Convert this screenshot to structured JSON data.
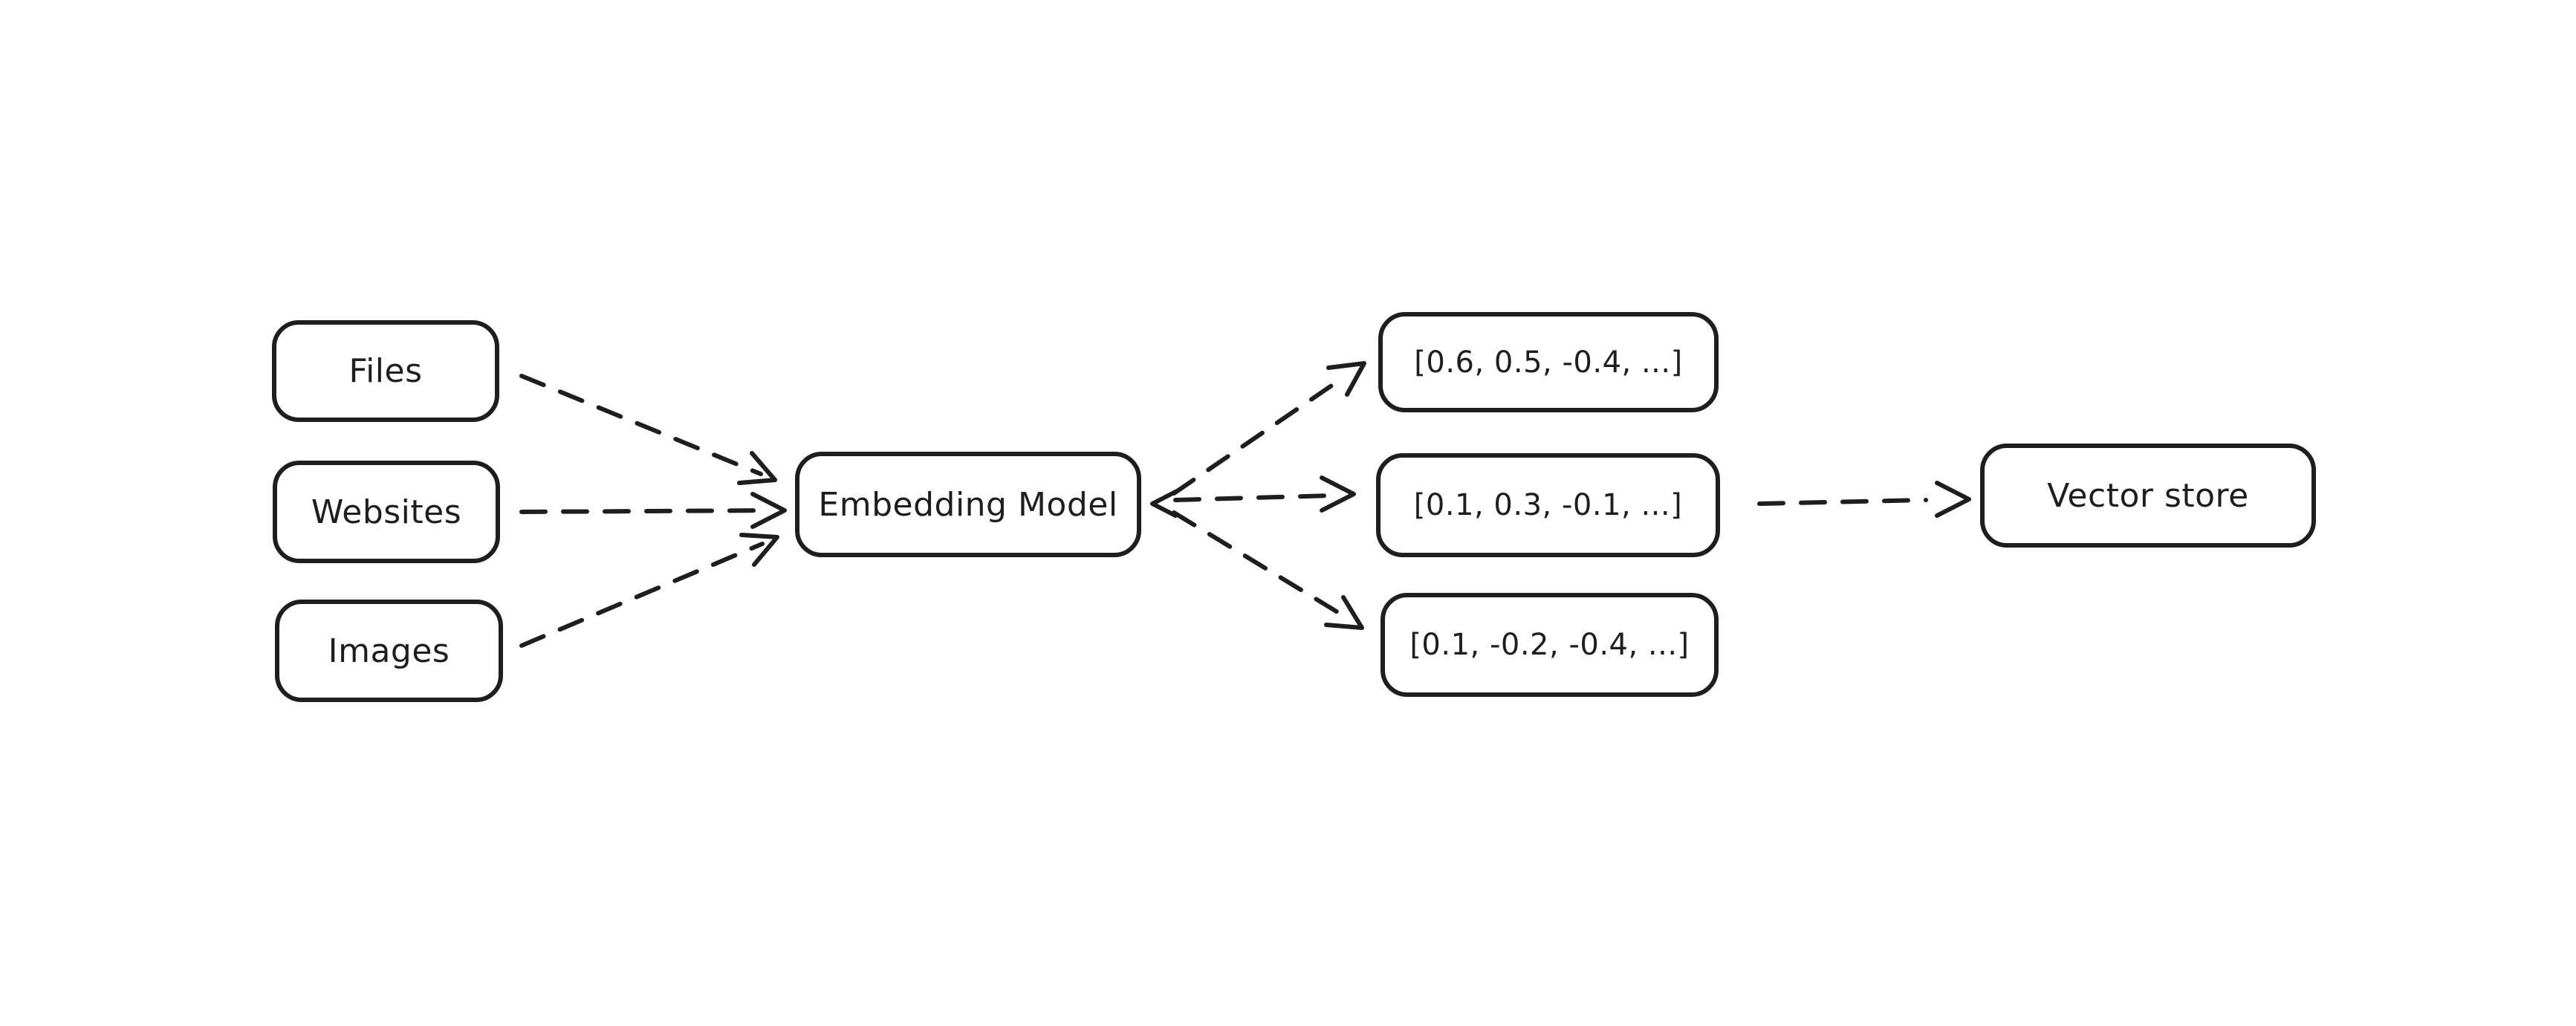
{
  "diagram": {
    "title": "Embedding pipeline diagram",
    "colors": {
      "stroke": "#1e1e1e",
      "background": "#ffffff"
    },
    "nodes": {
      "files": {
        "label": "Files"
      },
      "websites": {
        "label": "Websites"
      },
      "images": {
        "label": "Images"
      },
      "embedding": {
        "label": "Embedding Model"
      },
      "vector1": {
        "label": "[0.6, 0.5, -0.4, ...]"
      },
      "vector2": {
        "label": "[0.1, 0.3, -0.1, ...]"
      },
      "vector3": {
        "label": "[0.1, -0.2, -0.4, ...]"
      },
      "vector_store": {
        "label": "Vector store"
      }
    },
    "edges": [
      {
        "from": "files",
        "to": "embedding",
        "style": "dashed",
        "direction": "forward"
      },
      {
        "from": "websites",
        "to": "embedding",
        "style": "dashed",
        "direction": "forward"
      },
      {
        "from": "images",
        "to": "embedding",
        "style": "dashed",
        "direction": "forward"
      },
      {
        "from": "embedding",
        "to": "vector1",
        "style": "dashed",
        "direction": "forward"
      },
      {
        "from": "embedding",
        "to": "vector2",
        "style": "dashed",
        "direction": "both"
      },
      {
        "from": "embedding",
        "to": "vector3",
        "style": "dashed",
        "direction": "forward"
      },
      {
        "from": "vector2",
        "to": "vector_store",
        "style": "dashed",
        "direction": "forward"
      }
    ]
  }
}
